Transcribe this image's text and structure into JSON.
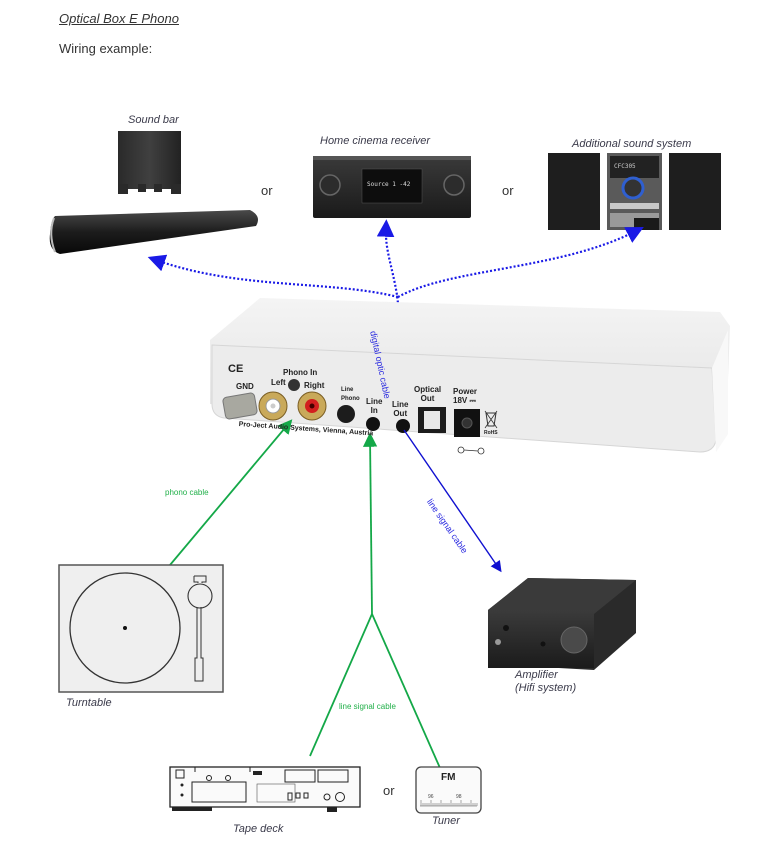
{
  "header": {
    "title": "Optical Box E Phono",
    "subtitle": "Wiring example:"
  },
  "outputs": {
    "sound_bar": {
      "label": "Sound bar"
    },
    "receiver": {
      "label": "Home cinema receiver",
      "display_text": "Source 1   -42"
    },
    "sound_system": {
      "label": "Additional sound system",
      "display_text": "CFC305"
    },
    "or_1": "or",
    "or_2": "or"
  },
  "device": {
    "ce_mark": "CE",
    "gnd": "GND",
    "phono_in": "Phono In",
    "left": "Left",
    "right": "Right",
    "switch_line": "Line",
    "switch_phono": "Phono",
    "line_in": [
      "Line",
      "In"
    ],
    "line_out": [
      "Line",
      "Out"
    ],
    "optical_out": [
      "Optical",
      "Out"
    ],
    "power": [
      "Power",
      "18V ⎓"
    ],
    "rohs": "RoHS",
    "brand": "Pro-Ject Audio Systems, Vienna, Austria"
  },
  "cables": {
    "digital": "digital optic cable",
    "phono": "phono cable",
    "line_out": "line signal cable",
    "line_in": "line signal cable"
  },
  "inputs": {
    "turntable": {
      "label": "Turntable"
    },
    "tape_deck": {
      "label": "Tape deck"
    },
    "tuner": {
      "label": "Tuner",
      "band": "FM",
      "scale": [
        "96",
        "98"
      ]
    },
    "or": "or"
  },
  "amplifier": {
    "label_line1": "Amplifier",
    "label_line2": "(Hifi system)"
  },
  "colors": {
    "digital_cable": "#1a1ae6",
    "line_out_cable": "#1010d0",
    "analog_cable": "#14a848"
  }
}
